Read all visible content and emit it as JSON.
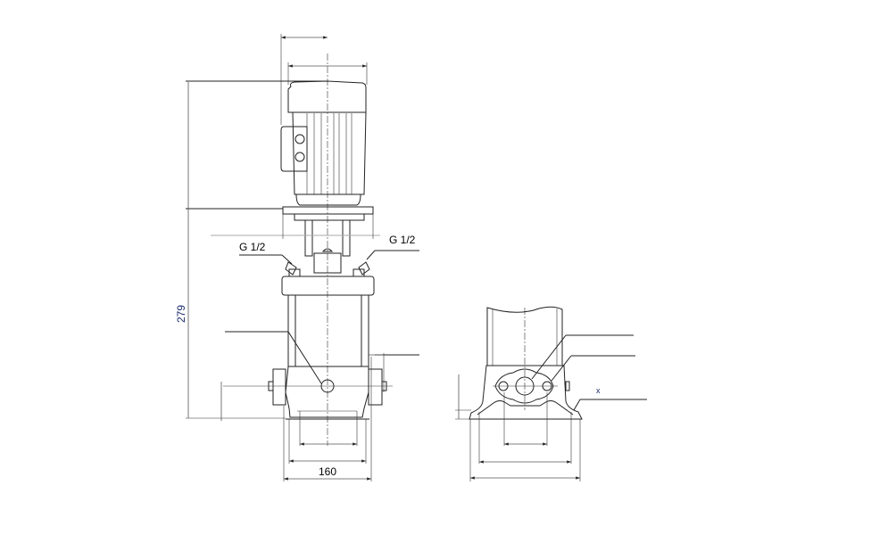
{
  "drawing": {
    "labels": {
      "connection_left": "G 1/2",
      "connection_right": "G 1/2",
      "height_dim": "279",
      "base_width_dim": "160",
      "foot_marker": "x"
    },
    "colors": {
      "line": "#222222",
      "dimension_text": "#1a2a6a"
    }
  }
}
